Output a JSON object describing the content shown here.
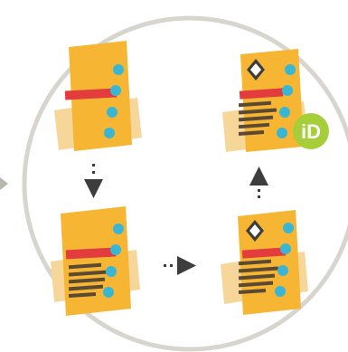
{
  "diagram": {
    "nodes": [
      {
        "id": "doc-draft",
        "has_badge": false,
        "has_lines": false,
        "has_orcid": false
      },
      {
        "id": "doc-written",
        "has_badge": false,
        "has_lines": true,
        "has_orcid": false
      },
      {
        "id": "doc-badged",
        "has_badge": true,
        "has_lines": true,
        "has_orcid": false
      },
      {
        "id": "doc-orcid",
        "has_badge": true,
        "has_lines": true,
        "has_orcid": true
      }
    ],
    "arrows": [
      {
        "from": "doc-draft",
        "to": "doc-written",
        "direction": "down"
      },
      {
        "from": "doc-written",
        "to": "doc-badged",
        "direction": "right"
      },
      {
        "from": "doc-badged",
        "to": "doc-orcid",
        "direction": "up"
      }
    ],
    "orcid_label": "iD"
  },
  "colors": {
    "ring": "#d8d5cf",
    "paper": "#f6b533",
    "paper_back": "#f6d799",
    "stripe": "#e23c3c",
    "holes": "#39b6d4",
    "text_lines": "#5a4a33",
    "arrow": "#3d3d3d",
    "badge": "#3d3d3d",
    "orcid": "#a6ce39"
  }
}
